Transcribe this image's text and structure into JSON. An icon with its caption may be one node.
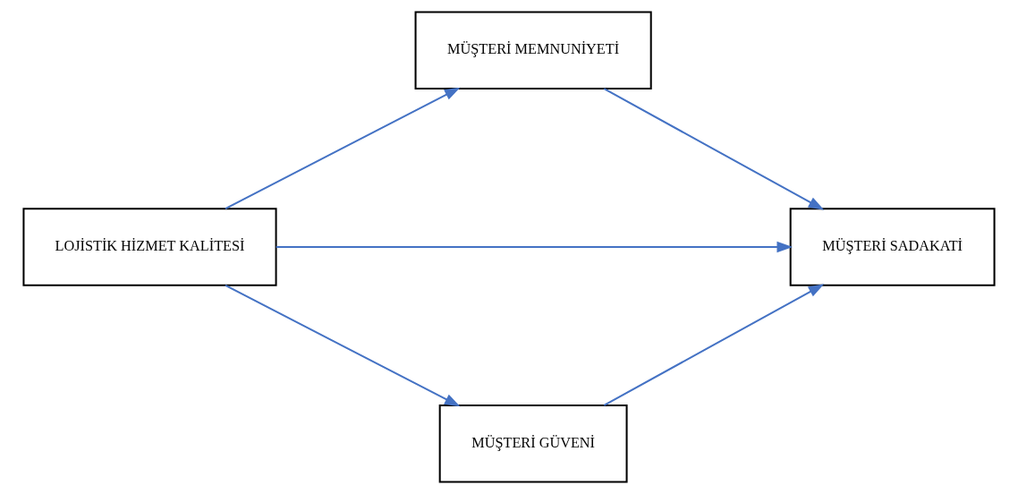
{
  "diagram": {
    "nodes": [
      {
        "text": [
          "MÜŞTERİ MEMNUNİYETİ"
        ]
      },
      {
        "text": [
          "LOJİSTİK HİZMET KALİTESİ"
        ]
      },
      {
        "text": [
          "MÜŞTERİ SADAKATİ"
        ]
      },
      {
        "text": [
          "MÜŞTERİ GÜVENİ"
        ]
      }
    ],
    "edges": [
      {
        "from": 1,
        "to": 0,
        "arrow": "to"
      },
      {
        "from": 0,
        "to": 2,
        "arrow": "to"
      },
      {
        "from": 1,
        "to": 2,
        "arrow": "to"
      },
      {
        "from": 1,
        "to": 3,
        "arrow": "to"
      },
      {
        "from": 3,
        "to": 2,
        "arrow": "to"
      }
    ]
  }
}
